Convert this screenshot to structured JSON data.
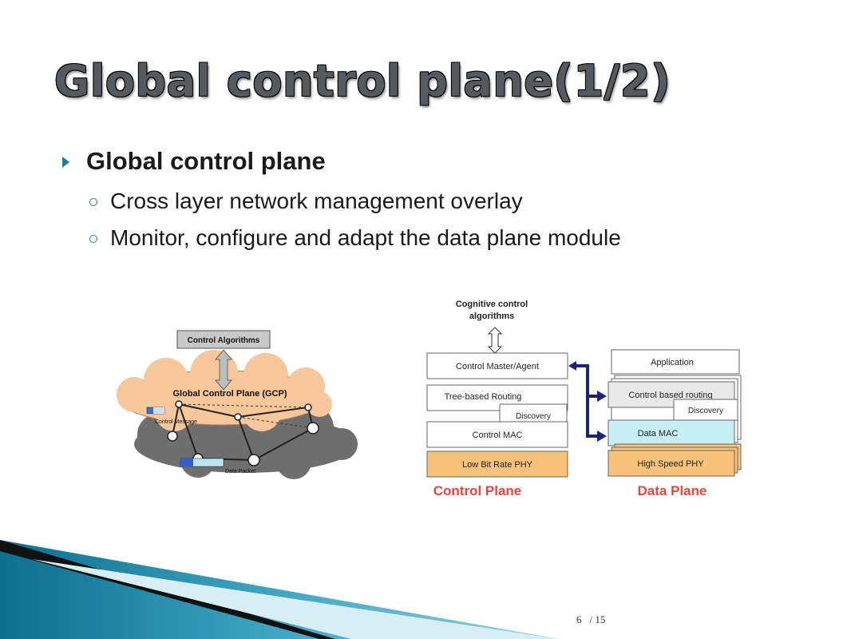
{
  "slide": {
    "title": "Global control plane(1/2)",
    "bullet": "Global control plane",
    "subbullets": [
      "Cross layer network management overlay",
      "Monitor, configure and adapt the data plane module"
    ]
  },
  "figure_left": {
    "control_algorithms": "Control Algorithms",
    "gcp_label": "Global Control Plane (GCP)",
    "control_message": "Control Message",
    "data_packet": "Data Packet"
  },
  "figure_right": {
    "cognitive_line1": "Cognitive control",
    "cognitive_line2": "algorithms",
    "control_stack": [
      "Control Master/Agent",
      "Tree-based Routing",
      "Discovery",
      "Control MAC",
      "Low Bit Rate PHY"
    ],
    "data_stack": [
      "Application",
      "Control based routing",
      "Discovery",
      "Data MAC",
      "High Speed PHY"
    ],
    "control_plane_label": "Control Plane",
    "data_plane_label": "Data Plane"
  },
  "footer": {
    "page": "6",
    "total": "/ 15"
  },
  "colors": {
    "accent": "#1b7ea0",
    "phy": "#f8c27a",
    "plane_label": "#e8453c",
    "arrow": "#1a237e",
    "datamac": "#c8f0f4"
  }
}
